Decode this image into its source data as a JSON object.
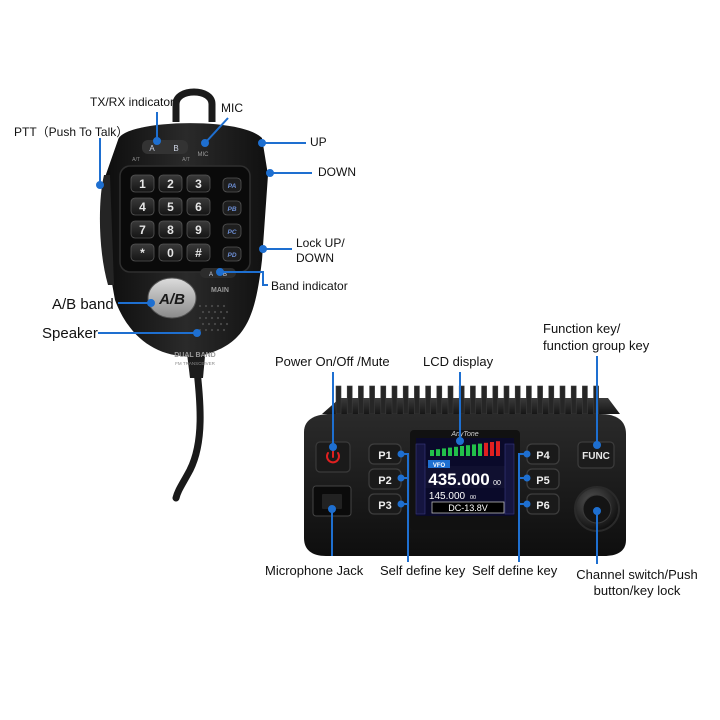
{
  "labels": {
    "txrx": "TX/RX indicator",
    "mic": "MIC",
    "ptt": "PTT（Push To Talk）",
    "up": "UP",
    "down": "DOWN",
    "lock_line1": "Lock UP/",
    "lock_line2": "DOWN",
    "band_indicator": "Band indicator",
    "ab_band": "A/B band",
    "speaker": "Speaker",
    "function_key_line1": "Function key/",
    "function_key_line2": "function group key",
    "power": "Power On/Off  /Mute",
    "lcd": "LCD display",
    "mic_jack": "Microphone Jack",
    "self_define_1": "Self define key",
    "self_define_2": "Self define key",
    "channel_line1": "Channel switch/Push",
    "channel_line2": "button/key lock"
  },
  "microphone": {
    "keys": [
      "1",
      "2",
      "3",
      "4",
      "5",
      "6",
      "7",
      "8",
      "9",
      "*",
      "0",
      "#"
    ],
    "side_keys": [
      "PA",
      "PB",
      "PC",
      "PD"
    ],
    "ab_button": "A/B",
    "top_ab": "A",
    "top_b": "B",
    "top_left_small": "A/T",
    "top_right_small": "A/T",
    "mic_small": "MIC",
    "main": "MAIN",
    "bottom_text1": "DUAL BAND",
    "bottom_text2": "FM TRANSCEIVER"
  },
  "radio": {
    "brand": "AnyTone",
    "keys_left": [
      "P1",
      "P2",
      "P3"
    ],
    "keys_right": [
      "P4",
      "P5",
      "P6"
    ],
    "func": "FUNC",
    "screen": {
      "vfo": "VFO",
      "main_freq": "435.000",
      "main_freq_small": "00",
      "sub_freq": "145.000",
      "sub_freq_small": "00",
      "voltage": "DC-13.8V"
    }
  },
  "colors": {
    "label_text": "#111111",
    "arrow": "#1e6fd0",
    "body": "#1a1a1a",
    "screen_bg": "#0a0a2a",
    "meter_green": "#22c04a",
    "meter_red": "#e02020"
  }
}
